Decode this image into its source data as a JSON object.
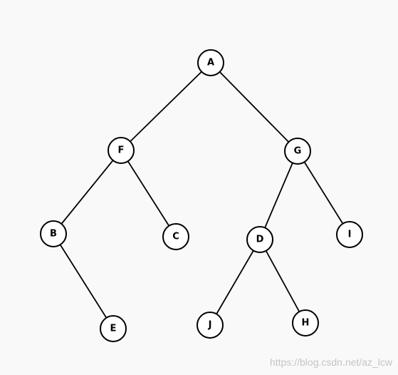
{
  "colors": {
    "background": "#f9f9f9",
    "node_fill": "#ffffff",
    "stroke": "#000000",
    "watermark": "#c4c4c4"
  },
  "tree": {
    "nodes": [
      {
        "id": "A",
        "label": "A"
      },
      {
        "id": "F",
        "label": "F"
      },
      {
        "id": "G",
        "label": "G"
      },
      {
        "id": "B",
        "label": "B"
      },
      {
        "id": "C",
        "label": "C"
      },
      {
        "id": "D",
        "label": "D"
      },
      {
        "id": "I",
        "label": "I"
      },
      {
        "id": "E",
        "label": "E"
      },
      {
        "id": "J",
        "label": "J"
      },
      {
        "id": "H",
        "label": "H"
      }
    ],
    "edges": [
      {
        "from": "A",
        "to": "F"
      },
      {
        "from": "A",
        "to": "G"
      },
      {
        "from": "F",
        "to": "B"
      },
      {
        "from": "F",
        "to": "C"
      },
      {
        "from": "G",
        "to": "D"
      },
      {
        "from": "G",
        "to": "I"
      },
      {
        "from": "B",
        "to": "E"
      },
      {
        "from": "D",
        "to": "J"
      },
      {
        "from": "D",
        "to": "H"
      }
    ]
  },
  "watermark": {
    "text": "https://blog.csdn.net/az_lcw"
  }
}
